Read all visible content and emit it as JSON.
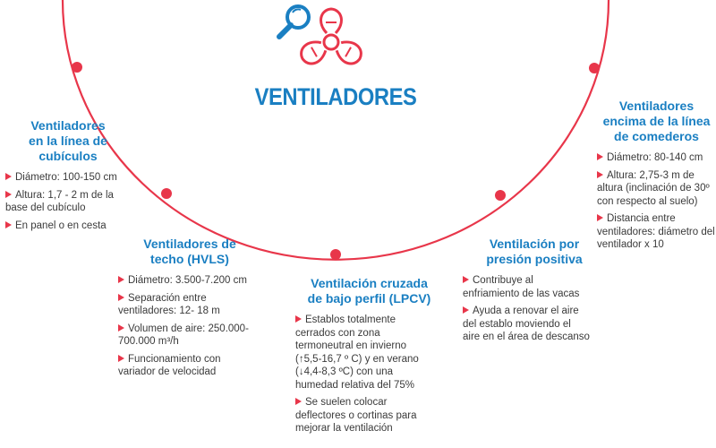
{
  "title": "VENTILADORES",
  "colors": {
    "accent_red": "#e8364a",
    "title_blue": "#1a7fc2",
    "text": "#3a3a3a"
  },
  "icons": [
    "magnifier-icon",
    "fan-icon"
  ],
  "blocks": [
    {
      "id": "cubiculos",
      "heading": [
        "Ventiladores",
        "en la línea de",
        "cubículos"
      ],
      "items": [
        [
          "Diámetro: 100-150 cm"
        ],
        [
          "Altura: 1,7 - 2 m de la",
          "base del cubículo"
        ],
        [
          "En panel o en cesta"
        ]
      ]
    },
    {
      "id": "techo",
      "heading": [
        "Ventiladores de",
        "techo (HVLS)"
      ],
      "items": [
        [
          "Diámetro: 3.500-7.200 cm"
        ],
        [
          "Separación entre",
          "ventiladores: 12- 18 m"
        ],
        [
          "Volumen de aire: 250.000-",
          "700.000 m³/h"
        ],
        [
          "Funcionamiento con",
          "variador de velocidad"
        ]
      ]
    },
    {
      "id": "lpcv",
      "heading": [
        "Ventilación cruzada",
        "de bajo perfil (LPCV)"
      ],
      "items": [
        [
          "Establos totalmente",
          "cerrados con zona",
          "termoneutral en invierno",
          "(↑5,5-16,7 º C) y en verano",
          "(↓4,4-8,3 ºC) con una",
          "humedad relativa del 75%"
        ],
        [
          "Se suelen colocar",
          "deflectores o cortinas para",
          "mejorar la ventilación"
        ]
      ]
    },
    {
      "id": "presion",
      "heading": [
        "Ventilación por",
        "presión positiva"
      ],
      "items": [
        [
          "Contribuye al",
          "enfriamiento de las vacas"
        ],
        [
          "Ayuda a renovar el aire",
          "del establo moviendo el",
          "aire en el área de descanso"
        ]
      ]
    },
    {
      "id": "comederos",
      "heading": [
        "Ventiladores",
        "encima de la línea",
        "de comederos"
      ],
      "items": [
        [
          "Diámetro: 80-140 cm"
        ],
        [
          "Altura: 2,75-3 m de",
          "altura (inclinación de 30º",
          "con respecto al suelo)"
        ],
        [
          "Distancia entre",
          "ventiladores: diámetro del",
          "ventilador x 10"
        ]
      ]
    }
  ]
}
